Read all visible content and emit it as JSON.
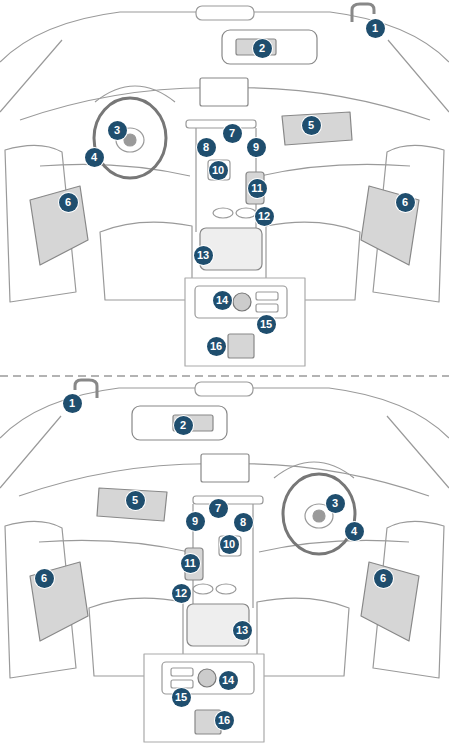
{
  "diagram": {
    "labels": [
      "1",
      "2",
      "3",
      "4",
      "5",
      "6",
      "6",
      "7",
      "8",
      "9",
      "10",
      "11",
      "12",
      "13",
      "14",
      "15",
      "16",
      "1",
      "2",
      "3",
      "4",
      "5",
      "6",
      "6",
      "7",
      "8",
      "9",
      "10",
      "11",
      "12",
      "13",
      "14",
      "15",
      "16"
    ]
  }
}
